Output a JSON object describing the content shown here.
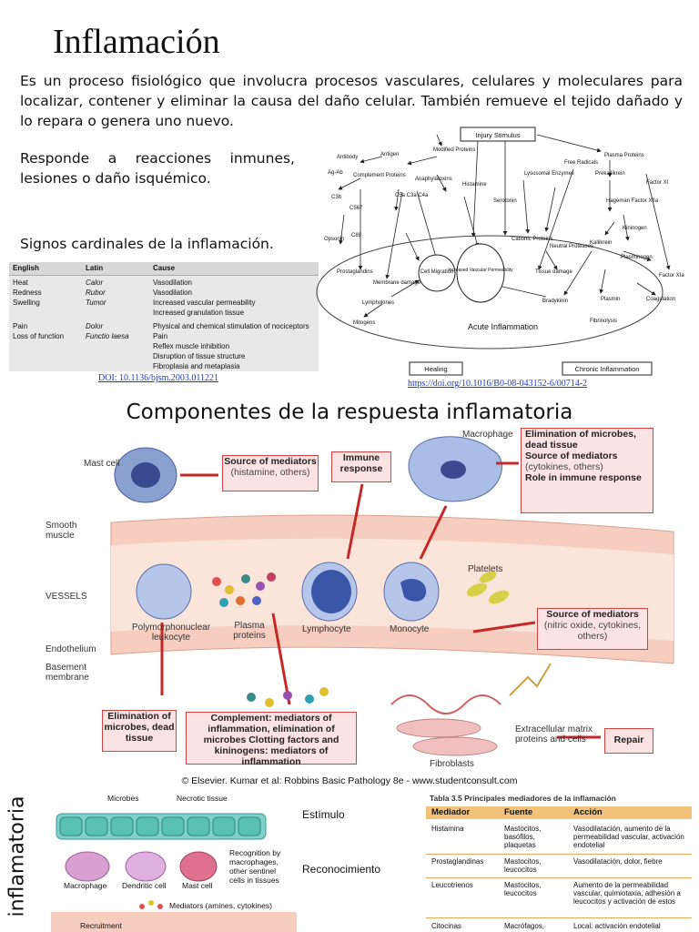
{
  "title": "Inflamación",
  "intro": "Es un proceso fisiológico que involucra procesos vasculares, celulares y moleculares para localizar, contener y eliminar la causa del daño celular. También remueve el tejido dañado y lo repara o genera uno nuevo.",
  "responds": "Responde a reacciones inmunes, lesiones o daño isquémico.",
  "signs_heading": "Signos cardinales de la inflamación.",
  "signs_table": {
    "headers": [
      "English",
      "Latin",
      "Cause"
    ],
    "rows": [
      [
        "Heat",
        "Calor",
        "Vasodilation"
      ],
      [
        "Redness",
        "Rubor",
        "Vasodilation"
      ],
      [
        "Swelling",
        "Tumor",
        "Increased vascular permeability"
      ],
      [
        "",
        "",
        "Increased granulation tissue"
      ],
      [
        "Pain",
        "Dolor",
        "Physical and chemical stimulation of nociceptors"
      ],
      [
        "Loss of function",
        "Functio laesa",
        "Pain"
      ],
      [
        "",
        "",
        "Reflex muscle inhibition"
      ],
      [
        "",
        "",
        "Disruption of tissue structure"
      ],
      [
        "",
        "",
        "Fibroplasia and metaplasia"
      ]
    ]
  },
  "doi_left": "DOI: 10.1136/bjsm.2003.011221",
  "doi_right": "https://doi.org/10.1016/B0-08-043152-6/00714-2",
  "pathway": {
    "injury": "Injury Stimulus",
    "modified_proteins": "Modified Proteins",
    "antigen": "Antigen",
    "antibody": "Antibody",
    "agab": "Ag-Ab",
    "complement": "Complement Proteins",
    "anaphylatoxins": "Anaphylatoxins",
    "c3a_c5a": "C5a C3a C4a",
    "histamine": "Histamine",
    "serotonin": "Serotonin",
    "lysosomal": "Lysosomal Enzymes",
    "free_radicals": "Free Radicals",
    "plasma_proteins": "Plasma Proteins",
    "prekallikrein": "Prekallikrein",
    "factor_xi": "Factor XI",
    "hageman": "Hageman Factor XIIa",
    "kininogen": "Kininogen",
    "kallikrein": "Kallikrein",
    "plasminogen": "Plasminogen",
    "factor_xia": "Factor XIa",
    "c3b": "C3b",
    "c567": "C567",
    "c89": "C89",
    "opsonin": "Opsonin",
    "prostaglandins": "Prostaglandins",
    "membrane_damage": "Membrane damage",
    "lymphokines": "Lymphokines",
    "mitogens": "Mitogens",
    "cell_migration": "Cell Migration",
    "increased_permeability": "Increased Vascular Permeability",
    "cationic": "Cationic Proteins",
    "neutral_proteases": "Neutral Proteases",
    "tissue_damage": "Tissue damage",
    "bradykinin": "Bradykinin",
    "plasmin": "Plasmin",
    "coagulation": "Coagulation",
    "fibrinolysis": "Fibrinolysis",
    "acute": "Acute Inflammation",
    "healing": "Healing",
    "chronic": "Chronic Inflammation"
  },
  "components": {
    "title": "Componentes de la respuesta inflamatoria",
    "mast_cell": "Mast cell",
    "source_mediators_1": "Source of mediators",
    "source_mediators_1_sub": "(histamine, others)",
    "immune_response": "Immune response",
    "macrophage": "Macrophage",
    "macrophage_box_1": "Elimination of microbes, dead tissue",
    "macrophage_box_2": "Source of mediators",
    "macrophage_box_3": "(cytokines, others)",
    "macrophage_box_4": "Role in immune response",
    "smooth_muscle": "Smooth muscle",
    "vessels": "VESSELS",
    "platelets": "Platelets",
    "pmn": "Polymorphonuclear leukocyte",
    "plasma_proteins": "Plasma proteins",
    "lymphocyte": "Lymphocyte",
    "monocyte": "Monocyte",
    "source_mediators_2": "Source of mediators",
    "source_mediators_2_sub": "(nitric oxide, cytokines, others)",
    "endothelium": "Endothelium",
    "basement": "Basement membrane",
    "elimination": "Elimination of microbes, dead tissue",
    "complement_box": "Complement: mediators of inflammation, elimination of microbes Clotting factors and kininogens: mediators of inflammation",
    "ecm": "Extracellular matrix proteins and cells",
    "fibroblasts": "Fibroblasts",
    "repair": "Repair",
    "copyright": "© Elsevier. Kumar et al: Robbins Basic Pathology 8e - www.studentconsult.com"
  },
  "bottom": {
    "side_label": "inflamatoria",
    "microbes": "Microbes",
    "necrotic": "Necrotic tissue",
    "recognition": "Recognition by macrophages, other sentinel cells in tissues",
    "macrophage": "Macrophage",
    "dendritic": "Dendritic cell",
    "mast": "Mast cell",
    "mediators": "Mediators (amines, cytokines)",
    "recruitment": "Recruitment",
    "estimulo": "Estímulo",
    "reconocimiento": "Reconocimiento"
  },
  "mediators_table": {
    "caption": "Tabla 3.5  Principales mediadores de la inflamación",
    "headers": [
      "Mediador",
      "Fuente",
      "Acción"
    ],
    "rows": [
      [
        "Histamina",
        "Mastocitos, basófilos, plaquetas",
        "Vasodilatación, aumento de la permeabilidad vascular, activación endotelial"
      ],
      [
        "Prostaglandinas",
        "Mastocitos, leucocitos",
        "Vasodilatación, dolor, fiebre"
      ],
      [
        "Leucotrienos",
        "Mastocitos, leucocitos",
        "Aumento de la permeabilidad vascular, quimiotaxia, adhesión a leucocitos y activación de estos"
      ],
      [
        "Citocinas",
        "Macrófagos,",
        "Local: activación endotelial"
      ]
    ]
  },
  "colors": {
    "accent_red": "#c62828",
    "box_fill": "#fbe3e3",
    "vessel": "#f3c0b0",
    "table_head": "#f2c27a"
  }
}
